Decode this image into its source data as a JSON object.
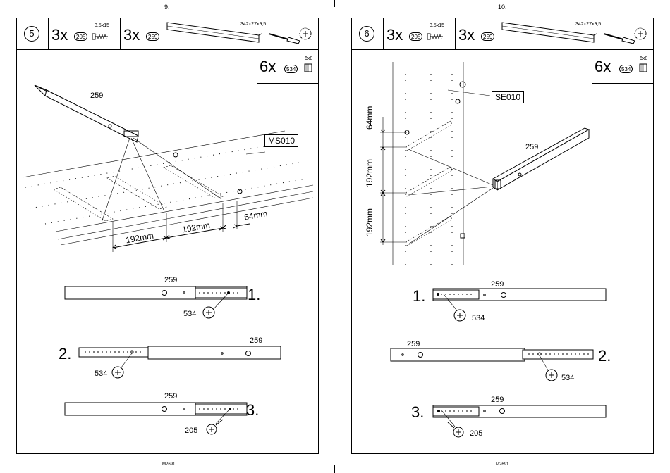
{
  "left": {
    "page_number": "9.",
    "step": "5",
    "parts": [
      {
        "qty": "3x",
        "id": "205",
        "size": "3,5x15"
      },
      {
        "qty": "3x",
        "id": "259",
        "size": "342x27x9,5"
      }
    ],
    "extra": {
      "qty": "6x",
      "id": "534",
      "size": "6x8"
    },
    "rail_label": "259",
    "code_label": "MS010",
    "dims": [
      "192mm",
      "192mm",
      "64mm"
    ],
    "sub_steps": [
      {
        "num": "1.",
        "rail": "259",
        "part": "534"
      },
      {
        "num": "2.",
        "rail": "259",
        "part": "534"
      },
      {
        "num": "3.",
        "rail": "259",
        "part": "205"
      }
    ],
    "footer": "M2691"
  },
  "right": {
    "page_number": "10.",
    "step": "6",
    "parts": [
      {
        "qty": "3x",
        "id": "205",
        "size": "3,5x15"
      },
      {
        "qty": "3x",
        "id": "259",
        "size": "342x27x9,5"
      }
    ],
    "extra": {
      "qty": "6x",
      "id": "534",
      "size": "6x8"
    },
    "rail_label": "259",
    "code_label": "SE010",
    "dims": [
      "64mm",
      "192mm",
      "192mm"
    ],
    "sub_steps": [
      {
        "num": "1.",
        "rail": "259",
        "part": "534"
      },
      {
        "num": "2.",
        "rail": "259",
        "part": "534"
      },
      {
        "num": "3.",
        "rail": "259",
        "part": "205"
      }
    ],
    "footer": "M2691"
  }
}
